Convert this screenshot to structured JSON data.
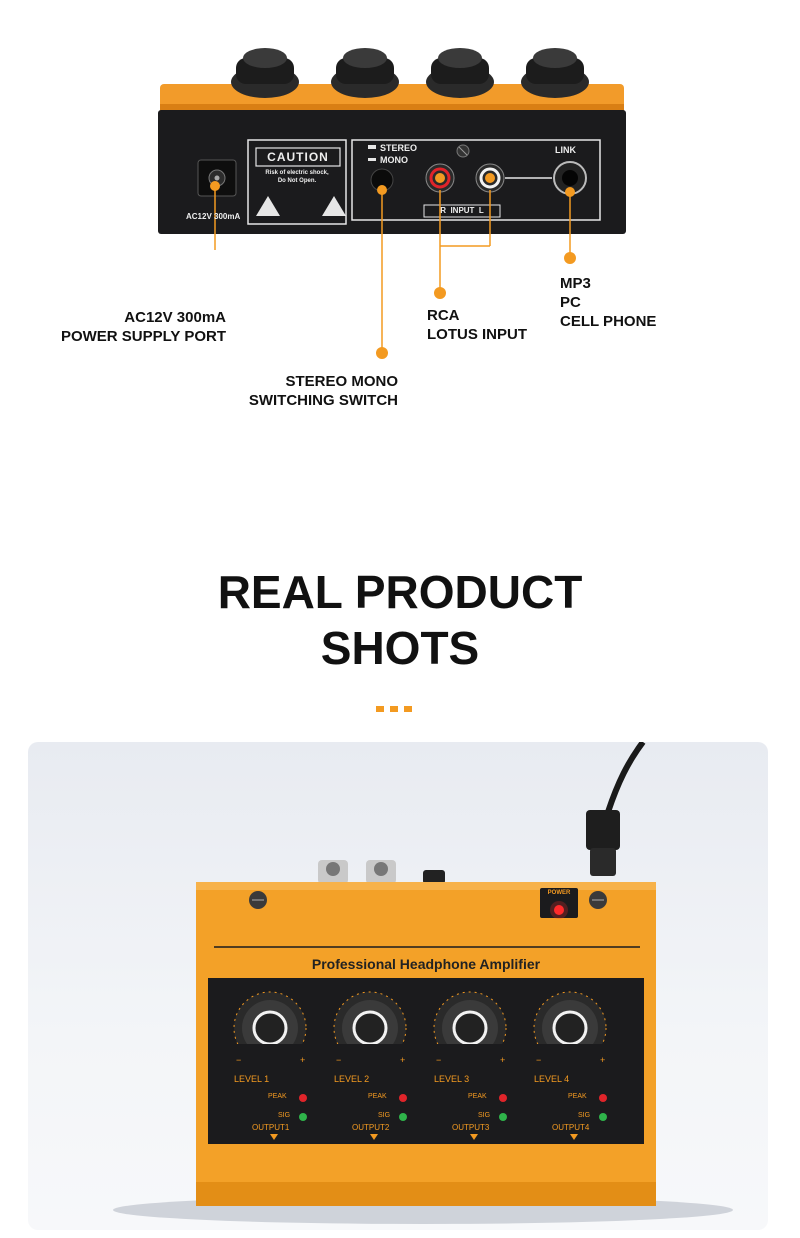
{
  "rear_panel": {
    "caution_title": "CAUTION",
    "caution_line1": "Risk of electric shock,",
    "caution_line2": "Do Not Open.",
    "power_label": "AC12V 300mA",
    "stereo_label": "STEREO",
    "mono_label": "MONO",
    "input_label": "R  INPUT  L",
    "link_label": "LINK"
  },
  "callouts": {
    "power": {
      "line1": "AC12V 300mA",
      "line2": "POWER SUPPLY PORT"
    },
    "switch": {
      "line1": "STEREO MONO",
      "line2": "SWITCHING SWITCH"
    },
    "rca": {
      "line1": "RCA",
      "line2": "LOTUS INPUT"
    },
    "link": {
      "line1": "MP3",
      "line2": "PC",
      "line3": "CELL PHONE"
    }
  },
  "headline": {
    "line1": "REAL PRODUCT",
    "line2": "SHOTS"
  },
  "front_panel": {
    "power_label": "POWER",
    "title": "Professional Headphone Amplifier",
    "channels": [
      {
        "level": "LEVEL 1",
        "output": "OUTPUT1"
      },
      {
        "level": "LEVEL 2",
        "output": "OUTPUT2"
      },
      {
        "level": "LEVEL 3",
        "output": "OUTPUT3"
      },
      {
        "level": "LEVEL 4",
        "output": "OUTPUT4"
      }
    ],
    "peak_label": "PEAK",
    "sig_label": "SIG",
    "minus": "−",
    "plus": "+"
  },
  "colors": {
    "accent": "#f39a21",
    "panel_black": "#1b1b1d",
    "led_red": "#e0242a",
    "led_green": "#2fb34a"
  }
}
